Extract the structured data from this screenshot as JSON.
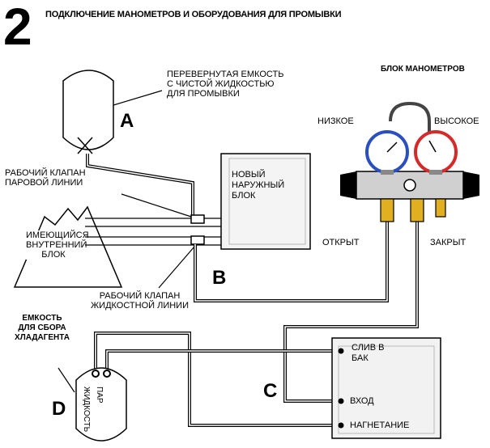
{
  "header": {
    "step_number": "2",
    "title": "ПОДКЛЮЧЕНИЕ МАНОМЕТРОВ И ОБОРУДОВАНИЯ ДЛЯ ПРОМЫВКИ"
  },
  "labels": {
    "flush_tank": [
      "ПЕРЕВЕРНУТАЯ ЕМКОСТЬ",
      "С ЧИСТОЙ ЖИДКОСТЬЮ",
      "ДЛЯ ПРОМЫВКИ"
    ],
    "gauge_block": "БЛОК МАНОМЕТРОВ",
    "low": "НИЗКОЕ",
    "high": "ВЫСОКОЕ",
    "vapor_valve": [
      "РАБОЧИЙ КЛАПАН",
      "ПАРОВОЙ ЛИНИИ"
    ],
    "indoor_unit": [
      "ИМЕЮЩИЙСЯ",
      "ВНУТРЕННИЙ",
      "БЛОК"
    ],
    "new_outdoor_unit": [
      "НОВЫЙ",
      "НАРУЖНЫЙ",
      "БЛОК"
    ],
    "open": "ОТКРЫТ",
    "closed": "ЗАКРЫТ",
    "liquid_valve": [
      "РАБОЧИЙ КЛАПАН",
      "ЖИДКОСТНОЙ ЛИНИИ"
    ],
    "recovery_tank": [
      "ЕМКОСТЬ",
      "ДЛЯ СБОРА",
      "ХЛАДАГЕНТА"
    ],
    "vapor": "ПАР",
    "liquid": "ЖИДКОСТЬ",
    "drain": [
      "СЛИВ В",
      "БАК"
    ],
    "inlet": "ВХОД",
    "discharge": "НАГНЕТАНИЕ"
  },
  "letters": {
    "a": "A",
    "b": "B",
    "c": "C",
    "d": "D"
  },
  "colors": {
    "low_gauge": "#2a4fbf",
    "high_gauge": "#d42a2a",
    "fitting": "#e0b020",
    "ink": "#000000"
  }
}
